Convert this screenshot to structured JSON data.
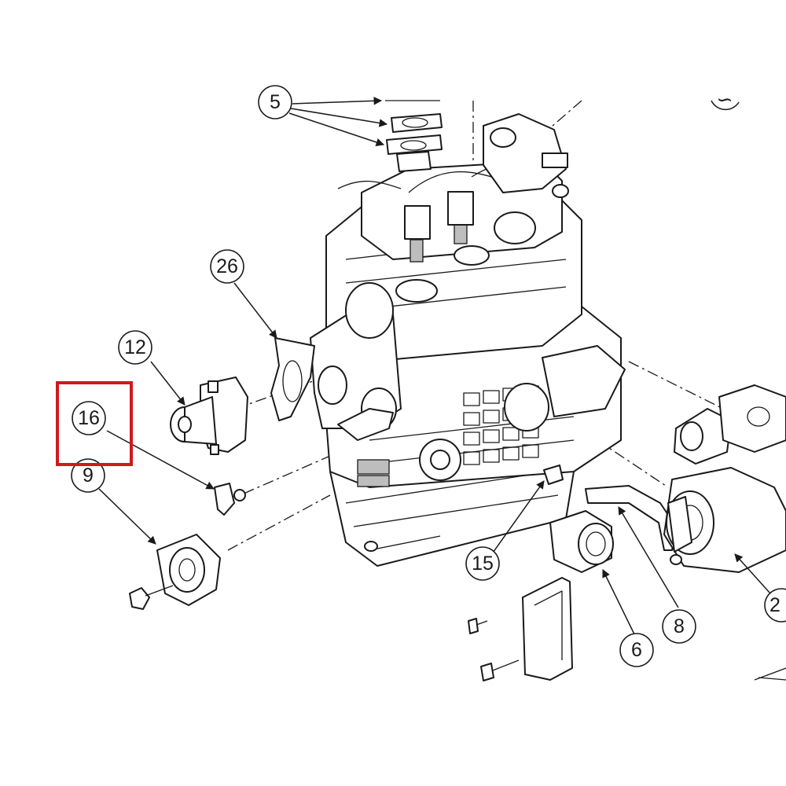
{
  "callouts": {
    "c5": "5",
    "c26": "26",
    "c12": "12",
    "c16": "16",
    "c9": "9",
    "c15": "15",
    "c6": "6",
    "c8": "8",
    "c2x": "2"
  },
  "highlight": {
    "color": "#d0191d",
    "target": "16"
  },
  "line_color": "#1a1a1a"
}
